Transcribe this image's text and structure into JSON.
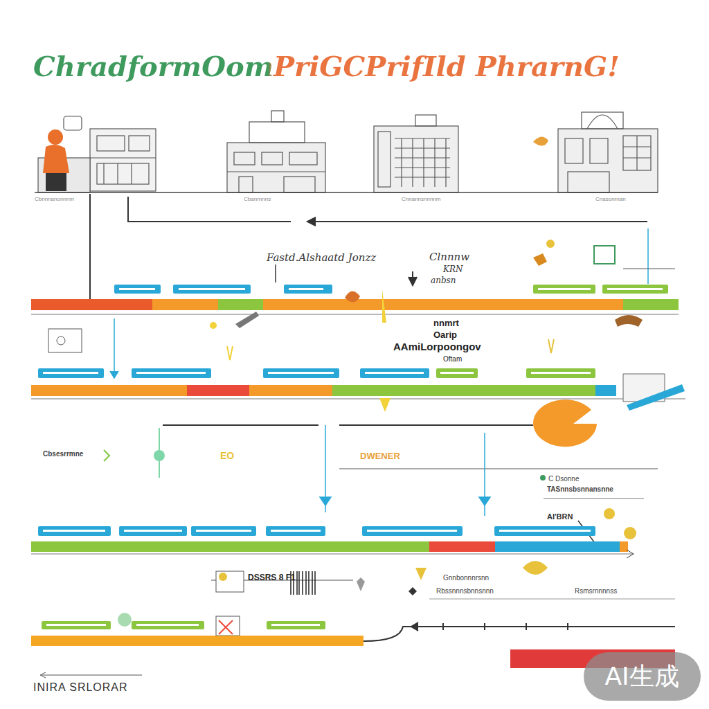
{
  "diagram": {
    "title": "ChradformOomPriGCPrifIld PhrarnG!",
    "caption": "INIRA SRLORAR",
    "labels": [
      "Cbnnnanonnnm",
      "Cbanrnnns",
      "Cnnannsnnnnm",
      "Cnasonrnan",
      "Fastd.Alshaatd Jonzz",
      "Clnnnw",
      "KRN",
      "anbsn",
      "nnmrt",
      "Oarip",
      "AAmiLorpoongov",
      "Oftam",
      "Cbsesrrmne",
      "EO",
      "DWENER",
      "C Dsonne",
      "TASnnsbsnnansnne",
      "AI'BRN",
      "DSSRS 8 F1",
      "Gnnbonnnrsnn",
      "Rbssnnnsbnnsnnn",
      "Rsmsrnnnnss",
      "AI生成"
    ]
  }
}
